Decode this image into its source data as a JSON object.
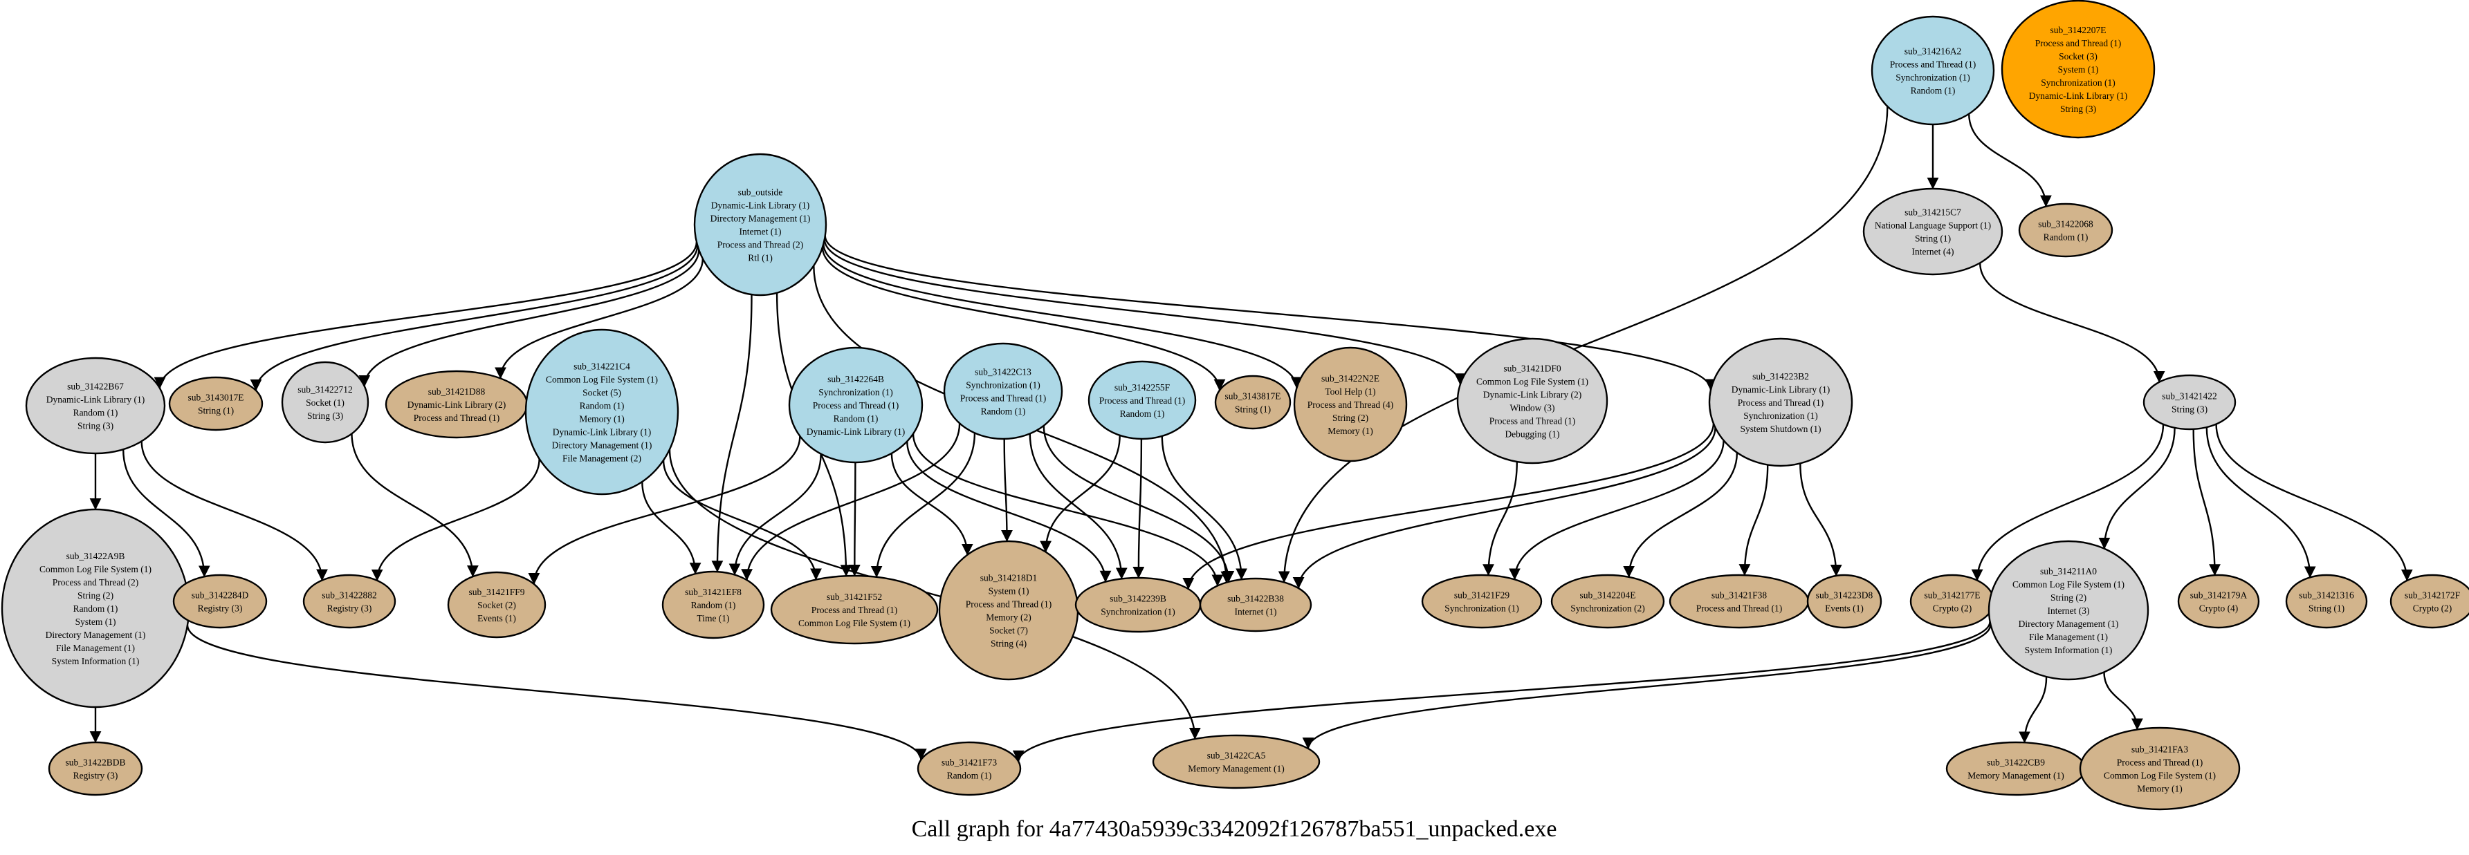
{
  "title": "Call graph for 4a77430a5939c3342092f126787ba551_unpacked.exe",
  "colors": {
    "blue": "#add8e6",
    "grey": "#d3d3d3",
    "tan": "#d2b48c",
    "orange": "#ffa500",
    "stroke": "#000000"
  },
  "nodes": [
    {
      "id": "sub_outside",
      "color": "blue",
      "lines": [
        "sub_outside",
        "Dynamic-Link Library (1)",
        "Directory Management (1)",
        "Internet (1)",
        "Process and Thread (2)",
        "Rtl (1)"
      ]
    },
    {
      "id": "sub_314216A2",
      "color": "blue",
      "lines": [
        "sub_314216A2",
        "Process and Thread (1)",
        "Synchronization (1)",
        "Random (1)"
      ]
    },
    {
      "id": "sub_3142207E",
      "color": "orange",
      "lines": [
        "sub_3142207E",
        "Process and Thread (1)",
        "Socket (3)",
        "System (1)",
        "Synchronization (1)",
        "Dynamic-Link Library (1)",
        "String (3)"
      ]
    },
    {
      "id": "sub_314215C7",
      "color": "grey",
      "lines": [
        "sub_314215C7",
        "National Language Support (1)",
        "String (1)",
        "Internet (4)"
      ]
    },
    {
      "id": "sub_31422068",
      "color": "tan",
      "lines": [
        "sub_31422068",
        "Random (1)"
      ]
    },
    {
      "id": "sub_31422B67",
      "color": "grey",
      "lines": [
        "sub_31422B67",
        "Dynamic-Link Library (1)",
        "Random (1)",
        "String (3)"
      ]
    },
    {
      "id": "sub_3143017E",
      "color": "tan",
      "lines": [
        "sub_3143017E",
        "String (1)"
      ]
    },
    {
      "id": "sub_31422712",
      "color": "grey",
      "lines": [
        "sub_31422712",
        "Socket (1)",
        "String (3)"
      ]
    },
    {
      "id": "sub_31421D88",
      "color": "tan",
      "lines": [
        "sub_31421D88",
        "Dynamic-Link Library (2)",
        "Process and Thread (1)"
      ]
    },
    {
      "id": "sub_314221C4",
      "color": "blue",
      "lines": [
        "sub_314221C4",
        "Common Log File System (1)",
        "Socket (5)",
        "Random (1)",
        "Memory (1)",
        "Dynamic-Link Library (1)",
        "Directory Management (1)",
        "File Management (2)"
      ]
    },
    {
      "id": "sub_3142264B",
      "color": "blue",
      "lines": [
        "sub_3142264B",
        "Synchronization (1)",
        "Process and Thread (1)",
        "Random (1)",
        "Dynamic-Link Library (1)"
      ]
    },
    {
      "id": "sub_31422C13",
      "color": "blue",
      "lines": [
        "sub_31422C13",
        "Synchronization (1)",
        "Process and Thread (1)",
        "Random (1)"
      ]
    },
    {
      "id": "sub_3142255F",
      "color": "blue",
      "lines": [
        "sub_3142255F",
        "Process and Thread (1)",
        "Random (1)"
      ]
    },
    {
      "id": "sub_3143817E",
      "color": "tan",
      "lines": [
        "sub_3143817E",
        "String (1)"
      ]
    },
    {
      "id": "sub_31422N2E",
      "color": "tan",
      "lines": [
        "sub_31422N2E",
        "Tool Help (1)",
        "Process and Thread (4)",
        "String (2)",
        "Memory (1)"
      ]
    },
    {
      "id": "sub_31421DF0",
      "color": "grey",
      "lines": [
        "sub_31421DF0",
        "Common Log File System (1)",
        "Dynamic-Link Library (2)",
        "Window (3)",
        "Process and Thread (1)",
        "Debugging (1)"
      ]
    },
    {
      "id": "sub_314223B2",
      "color": "grey",
      "lines": [
        "sub_314223B2",
        "Dynamic-Link Library (1)",
        "Process and Thread (1)",
        "Synchronization (1)",
        "System Shutdown (1)"
      ]
    },
    {
      "id": "sub_31421422",
      "color": "grey",
      "lines": [
        "sub_31421422",
        "String (3)"
      ]
    },
    {
      "id": "sub_31422A9B",
      "color": "grey",
      "lines": [
        "sub_31422A9B",
        "Common Log File System (1)",
        "Process and Thread (2)",
        "String (2)",
        "Random (1)",
        "System (1)",
        "Directory Management (1)",
        "File Management (1)",
        "System Information (1)"
      ]
    },
    {
      "id": "sub_3142284D",
      "color": "tan",
      "lines": [
        "sub_3142284D",
        "Registry (3)"
      ]
    },
    {
      "id": "sub_31422882",
      "color": "tan",
      "lines": [
        "sub_31422882",
        "Registry (3)"
      ]
    },
    {
      "id": "sub_31421FF9",
      "color": "tan",
      "lines": [
        "sub_31421FF9",
        "Socket (2)",
        "Events (1)"
      ]
    },
    {
      "id": "sub_31421EF8",
      "color": "tan",
      "lines": [
        "sub_31421EF8",
        "Random (1)",
        "Time (1)"
      ]
    },
    {
      "id": "sub_31421F52",
      "color": "tan",
      "lines": [
        "sub_31421F52",
        "Process and Thread (1)",
        "Common Log File System (1)"
      ]
    },
    {
      "id": "sub_314218D1",
      "color": "tan",
      "lines": [
        "sub_314218D1",
        "System (1)",
        "Process and Thread (1)",
        "Memory (2)",
        "Socket (7)",
        "String (4)"
      ]
    },
    {
      "id": "sub_3142239B",
      "color": "tan",
      "lines": [
        "sub_3142239B",
        "Synchronization (1)"
      ]
    },
    {
      "id": "sub_31422B38",
      "color": "tan",
      "lines": [
        "sub_31422B38",
        "Internet (1)"
      ]
    },
    {
      "id": "sub_31421F29",
      "color": "tan",
      "lines": [
        "sub_31421F29",
        "Synchronization (1)"
      ]
    },
    {
      "id": "sub_3142204E",
      "color": "tan",
      "lines": [
        "sub_3142204E",
        "Synchronization (2)"
      ]
    },
    {
      "id": "sub_31421F38",
      "color": "tan",
      "lines": [
        "sub_31421F38",
        "Process and Thread (1)"
      ]
    },
    {
      "id": "sub_314223D8",
      "color": "tan",
      "lines": [
        "sub_314223D8",
        "Events (1)"
      ]
    },
    {
      "id": "sub_3142177E",
      "color": "tan",
      "lines": [
        "sub_3142177E",
        "Crypto (2)"
      ]
    },
    {
      "id": "sub_314211A0",
      "color": "grey",
      "lines": [
        "sub_314211A0",
        "Common Log File System (1)",
        "String (2)",
        "Internet (3)",
        "Directory Management (1)",
        "File Management (1)",
        "System Information (1)"
      ]
    },
    {
      "id": "sub_3142179A",
      "color": "tan",
      "lines": [
        "sub_3142179A",
        "Crypto (4)"
      ]
    },
    {
      "id": "sub_31421316",
      "color": "tan",
      "lines": [
        "sub_31421316",
        "String (1)"
      ]
    },
    {
      "id": "sub_3142172F",
      "color": "tan",
      "lines": [
        "sub_3142172F",
        "Crypto (2)"
      ]
    },
    {
      "id": "sub_31422BDB",
      "color": "tan",
      "lines": [
        "sub_31422BDB",
        "Registry (3)"
      ]
    },
    {
      "id": "sub_31421F73",
      "color": "tan",
      "lines": [
        "sub_31421F73",
        "Random (1)"
      ]
    },
    {
      "id": "sub_31422CA5",
      "color": "tan",
      "lines": [
        "sub_31422CA5",
        "Memory Management (1)"
      ]
    },
    {
      "id": "sub_31422CB9",
      "color": "tan",
      "lines": [
        "sub_31422CB9",
        "Memory Management (1)"
      ]
    },
    {
      "id": "sub_31421FA3",
      "color": "tan",
      "lines": [
        "sub_31421FA3",
        "Process and Thread (1)",
        "Common Log File System (1)",
        "Memory (1)"
      ]
    }
  ],
  "edges": [
    [
      "sub_outside",
      "sub_31422B67"
    ],
    [
      "sub_outside",
      "sub_3143017E"
    ],
    [
      "sub_outside",
      "sub_31422712"
    ],
    [
      "sub_outside",
      "sub_31421D88"
    ],
    [
      "sub_outside",
      "sub_31421EF8"
    ],
    [
      "sub_outside",
      "sub_31421F52"
    ],
    [
      "sub_outside",
      "sub_3143817E"
    ],
    [
      "sub_outside",
      "sub_31422N2E"
    ],
    [
      "sub_outside",
      "sub_31421DF0"
    ],
    [
      "sub_outside",
      "sub_314223B2"
    ],
    [
      "sub_outside",
      "sub_31422B38"
    ],
    [
      "sub_314216A2",
      "sub_314215C7"
    ],
    [
      "sub_314216A2",
      "sub_31422068"
    ],
    [
      "sub_314216A2",
      "sub_31422B38"
    ],
    [
      "sub_314215C7",
      "sub_31421422"
    ],
    [
      "sub_31422B67",
      "sub_31422A9B"
    ],
    [
      "sub_31422B67",
      "sub_3142284D"
    ],
    [
      "sub_31422B67",
      "sub_31422882"
    ],
    [
      "sub_31422712",
      "sub_31421FF9"
    ],
    [
      "sub_314221C4",
      "sub_31422882"
    ],
    [
      "sub_314221C4",
      "sub_31421EF8"
    ],
    [
      "sub_314221C4",
      "sub_31421F52"
    ],
    [
      "sub_314221C4",
      "sub_31422CA5"
    ],
    [
      "sub_3142264B",
      "sub_31421FF9"
    ],
    [
      "sub_3142264B",
      "sub_31421EF8"
    ],
    [
      "sub_3142264B",
      "sub_31421F52"
    ],
    [
      "sub_3142264B",
      "sub_314218D1"
    ],
    [
      "sub_3142264B",
      "sub_3142239B"
    ],
    [
      "sub_3142264B",
      "sub_31422B38"
    ],
    [
      "sub_31422C13",
      "sub_31421EF8"
    ],
    [
      "sub_31422C13",
      "sub_31421F52"
    ],
    [
      "sub_31422C13",
      "sub_314218D1"
    ],
    [
      "sub_31422C13",
      "sub_3142239B"
    ],
    [
      "sub_31422C13",
      "sub_31422B38"
    ],
    [
      "sub_3142255F",
      "sub_314218D1"
    ],
    [
      "sub_3142255F",
      "sub_3142239B"
    ],
    [
      "sub_3142255F",
      "sub_31422B38"
    ],
    [
      "sub_31421DF0",
      "sub_31421F29"
    ],
    [
      "sub_314223B2",
      "sub_3142239B"
    ],
    [
      "sub_314223B2",
      "sub_31422B38"
    ],
    [
      "sub_314223B2",
      "sub_31421F29"
    ],
    [
      "sub_314223B2",
      "sub_3142204E"
    ],
    [
      "sub_314223B2",
      "sub_31421F38"
    ],
    [
      "sub_314223B2",
      "sub_314223D8"
    ],
    [
      "sub_31421422",
      "sub_3142177E"
    ],
    [
      "sub_31421422",
      "sub_314211A0"
    ],
    [
      "sub_31421422",
      "sub_3142179A"
    ],
    [
      "sub_31421422",
      "sub_31421316"
    ],
    [
      "sub_31421422",
      "sub_3142172F"
    ],
    [
      "sub_31422A9B",
      "sub_31422BDB"
    ],
    [
      "sub_31422A9B",
      "sub_31421F73"
    ],
    [
      "sub_314211A0",
      "sub_31421F73"
    ],
    [
      "sub_314211A0",
      "sub_31422CA5"
    ],
    [
      "sub_314211A0",
      "sub_31422CB9"
    ],
    [
      "sub_314211A0",
      "sub_31421FA3"
    ]
  ]
}
